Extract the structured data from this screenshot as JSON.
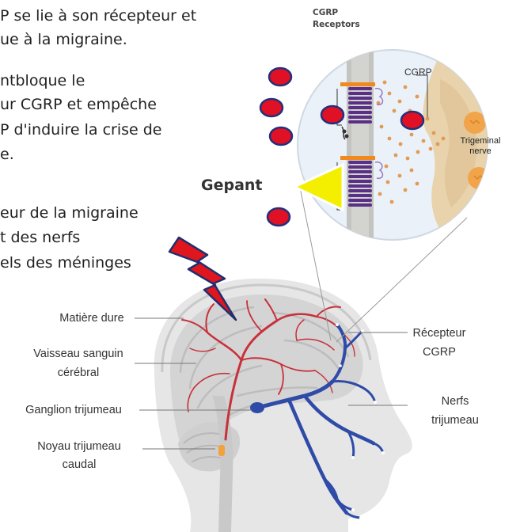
{
  "paragraphs": {
    "p1_line1": "P se lie à son récepteur et",
    "p1_line2": "ue à la migraine.",
    "p2_line1": "ntbloque le",
    "p2_line2": "ur CGRP et empêche",
    "p2_line3": "P d'induire la crise de",
    "p2_line4": "e.",
    "p3_line1": "eur de la migraine",
    "p3_line2": "t des nerfs",
    "p3_line3": "els des méninges"
  },
  "inset": {
    "header_line1": "CGRP",
    "header_line2": "Receptors",
    "cgrp_label": "CGRP",
    "nerve_line1": "Trigeminal",
    "nerve_line2": "nerve"
  },
  "drug_label": "Gepant",
  "brain_labels": {
    "dura": "Matière dure",
    "vessel_line1": "Vaisseau sanguin",
    "vessel_line2": "cérébral",
    "ganglion": "Ganglion trijumeau",
    "nucleus_line1": "Noyau trijumeau",
    "nucleus_line2": "caudal",
    "receptor_line1": "Récepteur",
    "receptor_line2": "CGRP",
    "nerves_line1": "Nerfs",
    "nerves_line2": "trijumeau"
  },
  "colors": {
    "red_molecule": "#e01025",
    "molecule_border": "#23307a",
    "gepant_triangle": "#f4ee00",
    "lightning": "#e0161f",
    "vessels": "#c8303a",
    "trigeminal_nerve": "#2f4ba8",
    "receptor": "#4a2a7a",
    "head_gray": "#e2e2e2"
  }
}
